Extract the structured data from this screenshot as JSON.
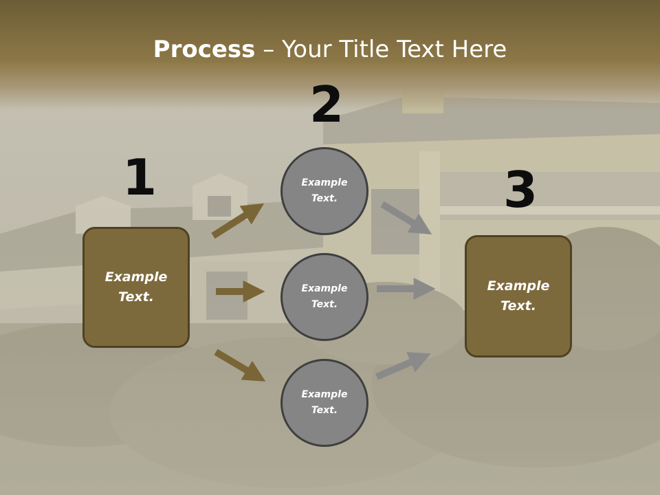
{
  "title": {
    "bold": "Process",
    "dash": " – ",
    "rest": "Your Title Text Here"
  },
  "steps": {
    "one": "1",
    "two": "2",
    "three": "3"
  },
  "left_box": {
    "text": "Example\nText."
  },
  "right_box": {
    "text": "Example\nText."
  },
  "circles": [
    {
      "text": "Example\nText."
    },
    {
      "text": "Example\nText."
    },
    {
      "text": "Example\nText."
    }
  ],
  "colors": {
    "box": "#7d6a3c",
    "circle": "#858585",
    "arrow_brown": "#7a6537",
    "arrow_gray": "#8a8a8a"
  }
}
